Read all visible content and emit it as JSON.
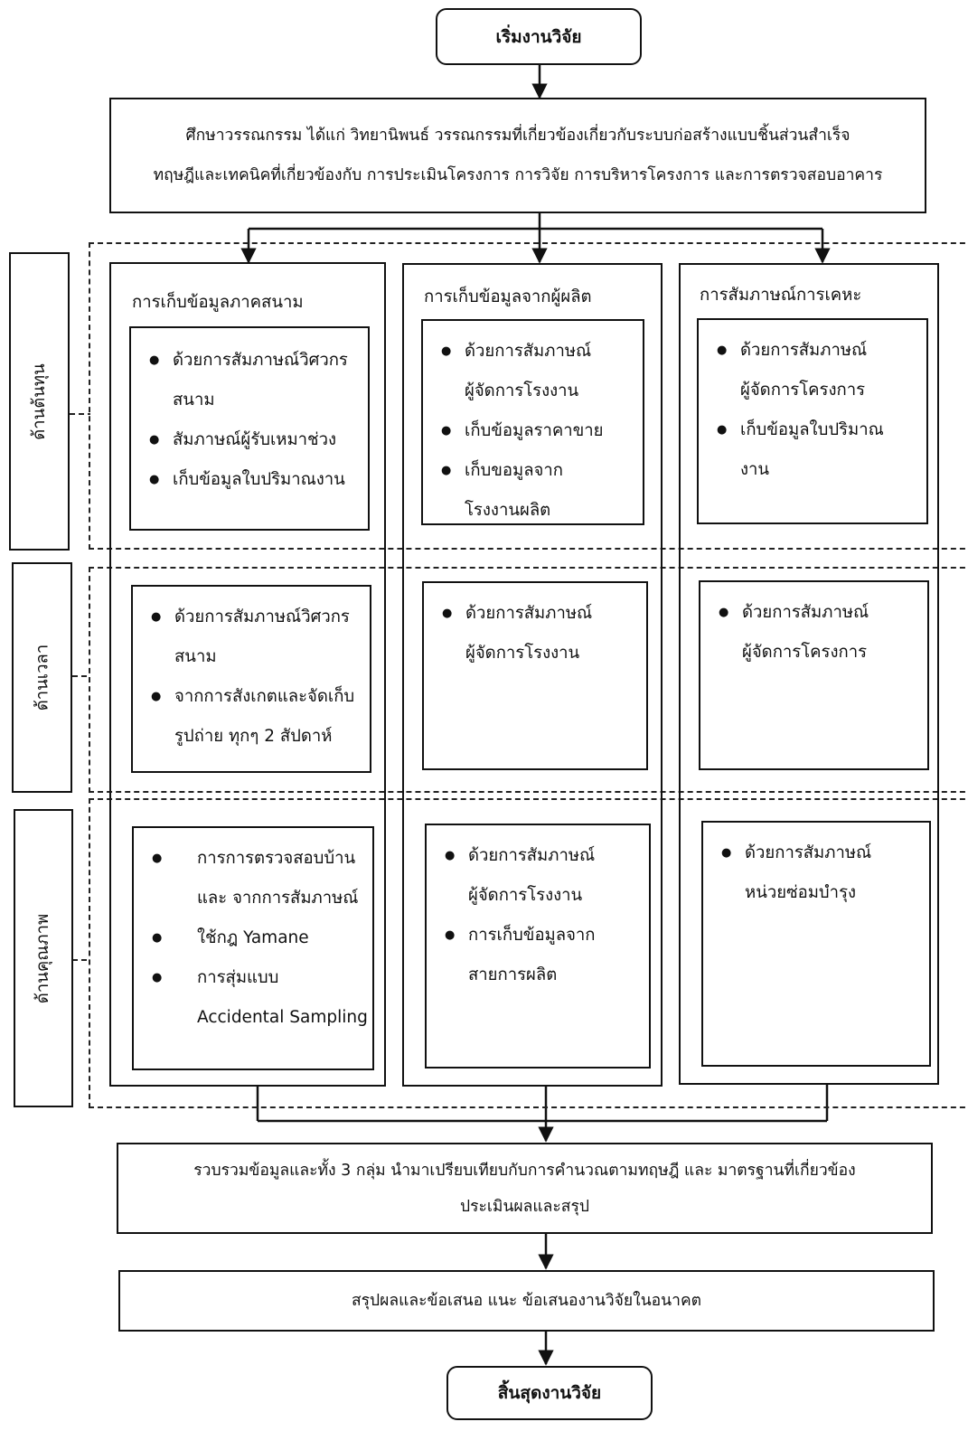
{
  "start": "เริ่มงานวิจัย",
  "literature": {
    "line1": "ศึกษาวรรณกรรม ได้แก่ วิทยานิพนธ์ วรรณกรรมที่เกี่ยวข้องเกี่ยวกับระบบก่อสร้างแบบชิ้นส่วนสำเร็จ",
    "line2": "ทฤษฎีและเทคนิคที่เกี่ยวข้องกับ การประเมินโครงการ การวิจัย การบริหารโครงการ และการตรวจสอบอาคาร"
  },
  "rows": {
    "cost": "ด้านต้นทุน",
    "time": "ด้านเวลา",
    "quality": "ด้านคุณภาพ"
  },
  "columns": {
    "field": "การเก็บข้อมูลภาคสนาม",
    "producer": "การเก็บข้อมูลจากผู้ผลิต",
    "housing": "การสัมภาษณ์การเคหะ"
  },
  "cells": {
    "field_cost": [
      "ด้วยการสัมภาษณ์วิศวกร",
      "สนาม",
      "สัมภาษณ์ผู้รับเหมาช่วง",
      "เก็บข้อมูลใบปริมาณงาน"
    ],
    "producer_cost": [
      "ด้วยการสัมภาษณ์",
      "ผู้จัดการโรงงาน",
      "เก็บข้อมูลราคาขาย",
      "เก็บขอมูลจาก",
      "โรงงานผลิต"
    ],
    "housing_cost": [
      "ด้วยการสัมภาษณ์",
      "ผู้จัดการโครงการ",
      "เก็บข้อมูลใบปริมาณ",
      "งาน"
    ],
    "field_time": [
      "ด้วยการสัมภาษณ์วิศวกร",
      "สนาม",
      "จากการสังเกตและจัดเก็บ",
      "รูปถ่าย ทุกๆ 2 สัปดาห์"
    ],
    "producer_time": [
      "ด้วยการสัมภาษณ์",
      "ผู้จัดการโรงงาน"
    ],
    "housing_time": [
      "ด้วยการสัมภาษณ์",
      "ผู้จัดการโครงการ"
    ],
    "field_quality": [
      "การการตรวจสอบบ้าน",
      "และ จากการสัมภาษณ์",
      "ใช้กฎ Yamane",
      "การสุ่มแบบ",
      "Accidental Sampling"
    ],
    "producer_quality": [
      "ด้วยการสัมภาษณ์",
      "ผู้จัดการโรงงาน",
      "การเก็บข้อมูลจาก",
      "สายการผลิต"
    ],
    "housing_quality": [
      "ด้วยการสัมภาษณ์",
      "หน่วยซ่อมบำรุง"
    ]
  },
  "compile": {
    "line1": "รวบรวมข้อมูลและทั้ง 3 กลุ่ม นำมาเปรียบเทียบกับการคำนวณตามทฤษฎี และ มาตรฐานที่เกี่ยวข้อง",
    "line2": "ประเมินผลและสรุป"
  },
  "conclusion": "สรุปผลและข้อเสนอ แนะ ข้อเสนองานวิจัยในอนาคต",
  "end": "สิ้นสุดงานวิจัย"
}
